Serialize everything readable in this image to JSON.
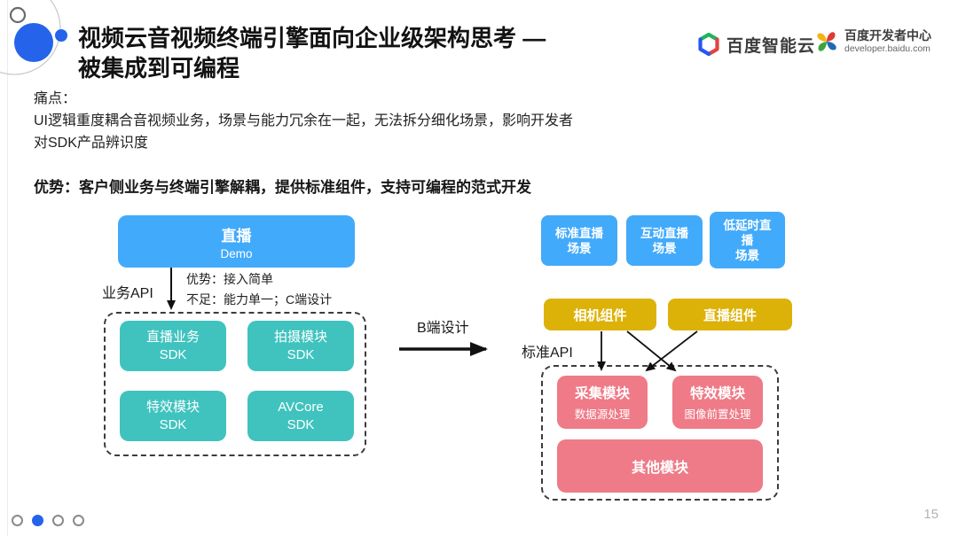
{
  "slide": {
    "title": [
      "视频云音视频终端引擎面向企业级架构思考 —",
      "被集成到可编程"
    ],
    "page_number": "15"
  },
  "logos": {
    "cloud": {
      "name": "百度智能云"
    },
    "developer": {
      "name": "百度开发者中心",
      "url_text": "developer.baidu.com"
    }
  },
  "pain_point": {
    "label": "痛点：",
    "lines": [
      "UI逻辑重度耦合音视频业务，场景与能力冗余在一起，无法拆分细化场景，影响开发者",
      "对SDK产品辨识度"
    ]
  },
  "advantage_line": "优势：客户侧业务与终端引擎解耦，提供标准组件，支持可编程的范式开发",
  "left_diagram": {
    "demo_box": {
      "title": "直播",
      "subtitle": "Demo"
    },
    "api_label": "业务API",
    "pros": "优势：接入简单",
    "cons": "不足：能力单一；C端设计",
    "sdk_boxes": [
      {
        "name": "直播业务",
        "suffix": "SDK"
      },
      {
        "name": "拍摄模块",
        "suffix": "SDK"
      },
      {
        "name": "特效模块",
        "suffix": "SDK"
      },
      {
        "name": "AVCore",
        "suffix": "SDK"
      }
    ]
  },
  "transition_arrow_label": "B端设计",
  "right_diagram": {
    "scene_boxes": [
      {
        "line1": "标准直播",
        "line2": "场景"
      },
      {
        "line1": "互动直播",
        "line2": "场景"
      },
      {
        "line1": "低延时直播",
        "line2": "场景"
      }
    ],
    "component_boxes": [
      {
        "label": "相机组件"
      },
      {
        "label": "直播组件"
      }
    ],
    "api_label": "标准API",
    "module_boxes": [
      {
        "title": "采集模块",
        "subtitle": "数据源处理"
      },
      {
        "title": "特效模块",
        "subtitle": "图像前置处理"
      }
    ],
    "other_module": "其他模块"
  },
  "pagination": {
    "dots": 4,
    "active_index": 1
  },
  "colors": {
    "scene_blue": "#42aafb",
    "sdk_teal": "#40c3bf",
    "component_yellow": "#ddb208",
    "module_pink": "#ee7b87",
    "decoration_blue": "#2563eb",
    "arrow_black": "#111111"
  }
}
